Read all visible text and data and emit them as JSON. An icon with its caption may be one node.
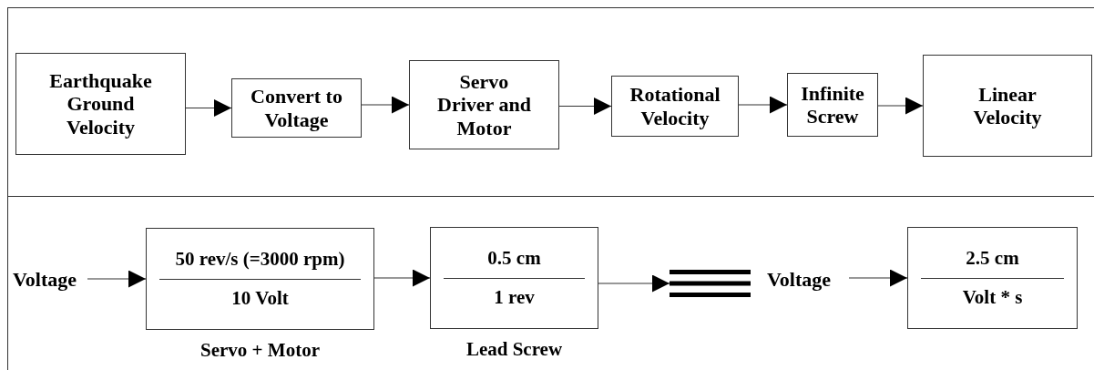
{
  "diagram": {
    "nodes": [
      {
        "text": [
          "Earthquake Ground Velocity"
        ]
      },
      {
        "text": [
          "Convert to Voltage"
        ]
      },
      {
        "text": [
          "Servo Driver and Motor"
        ]
      },
      {
        "text": [
          "Rotational Velocity"
        ]
      },
      {
        "text": [
          "Infinite Screw"
        ]
      },
      {
        "text": [
          "Linear Velocity"
        ]
      },
      {
        "text": [
          "Voltage"
        ]
      },
      {
        "text": [
          "50 rev/s (=3000 rpm)",
          "10 Volt"
        ],
        "beside": [
          "Servo + Motor"
        ]
      },
      {
        "text": [
          "0.5 cm",
          "1 rev"
        ],
        "beside": [
          "Lead Screw"
        ]
      },
      {
        "text": [],
        "shape": "bar"
      },
      {
        "text": [
          "Voltage"
        ]
      },
      {
        "text": [
          "2.5 cm",
          "Volt * s"
        ]
      }
    ],
    "edges": [
      {
        "from": 0,
        "to": 1,
        "arrow": "to"
      },
      {
        "from": 1,
        "to": 2,
        "arrow": "to"
      },
      {
        "from": 2,
        "to": 3,
        "arrow": "to"
      },
      {
        "from": 3,
        "to": 4,
        "arrow": "to"
      },
      {
        "from": 4,
        "to": 5,
        "arrow": "to"
      },
      {
        "from": 6,
        "to": 7,
        "arrow": "to"
      },
      {
        "from": 7,
        "to": 8,
        "arrow": "to"
      },
      {
        "from": 8,
        "to": 9,
        "arrow": "to"
      },
      {
        "from": 10,
        "to": 11,
        "arrow": "to"
      }
    ]
  }
}
